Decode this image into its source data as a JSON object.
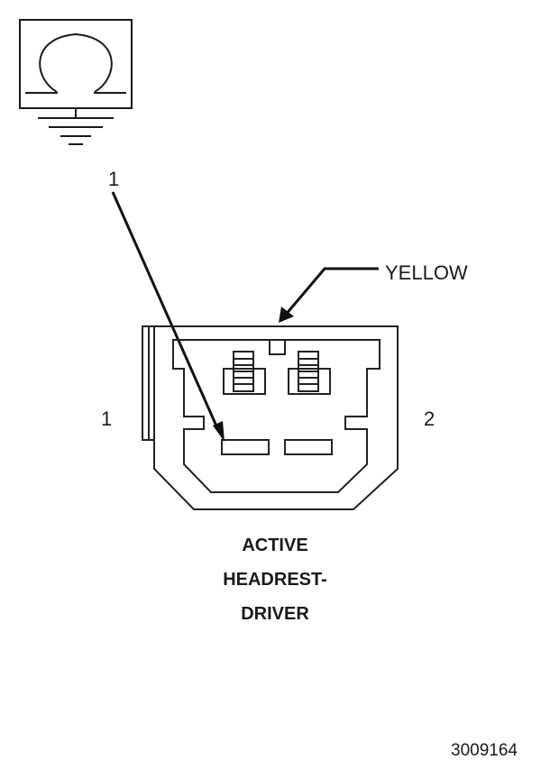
{
  "callouts": {
    "pin_number": "1",
    "connector_color": "YELLOW"
  },
  "side_labels": {
    "left": "1",
    "right": "2"
  },
  "connector_name": {
    "line1": "ACTIVE",
    "line2": "HEADREST-",
    "line3": "DRIVER"
  },
  "figure_id": "3009164",
  "icons": {
    "ground_symbol": "omega-ground-icon"
  }
}
